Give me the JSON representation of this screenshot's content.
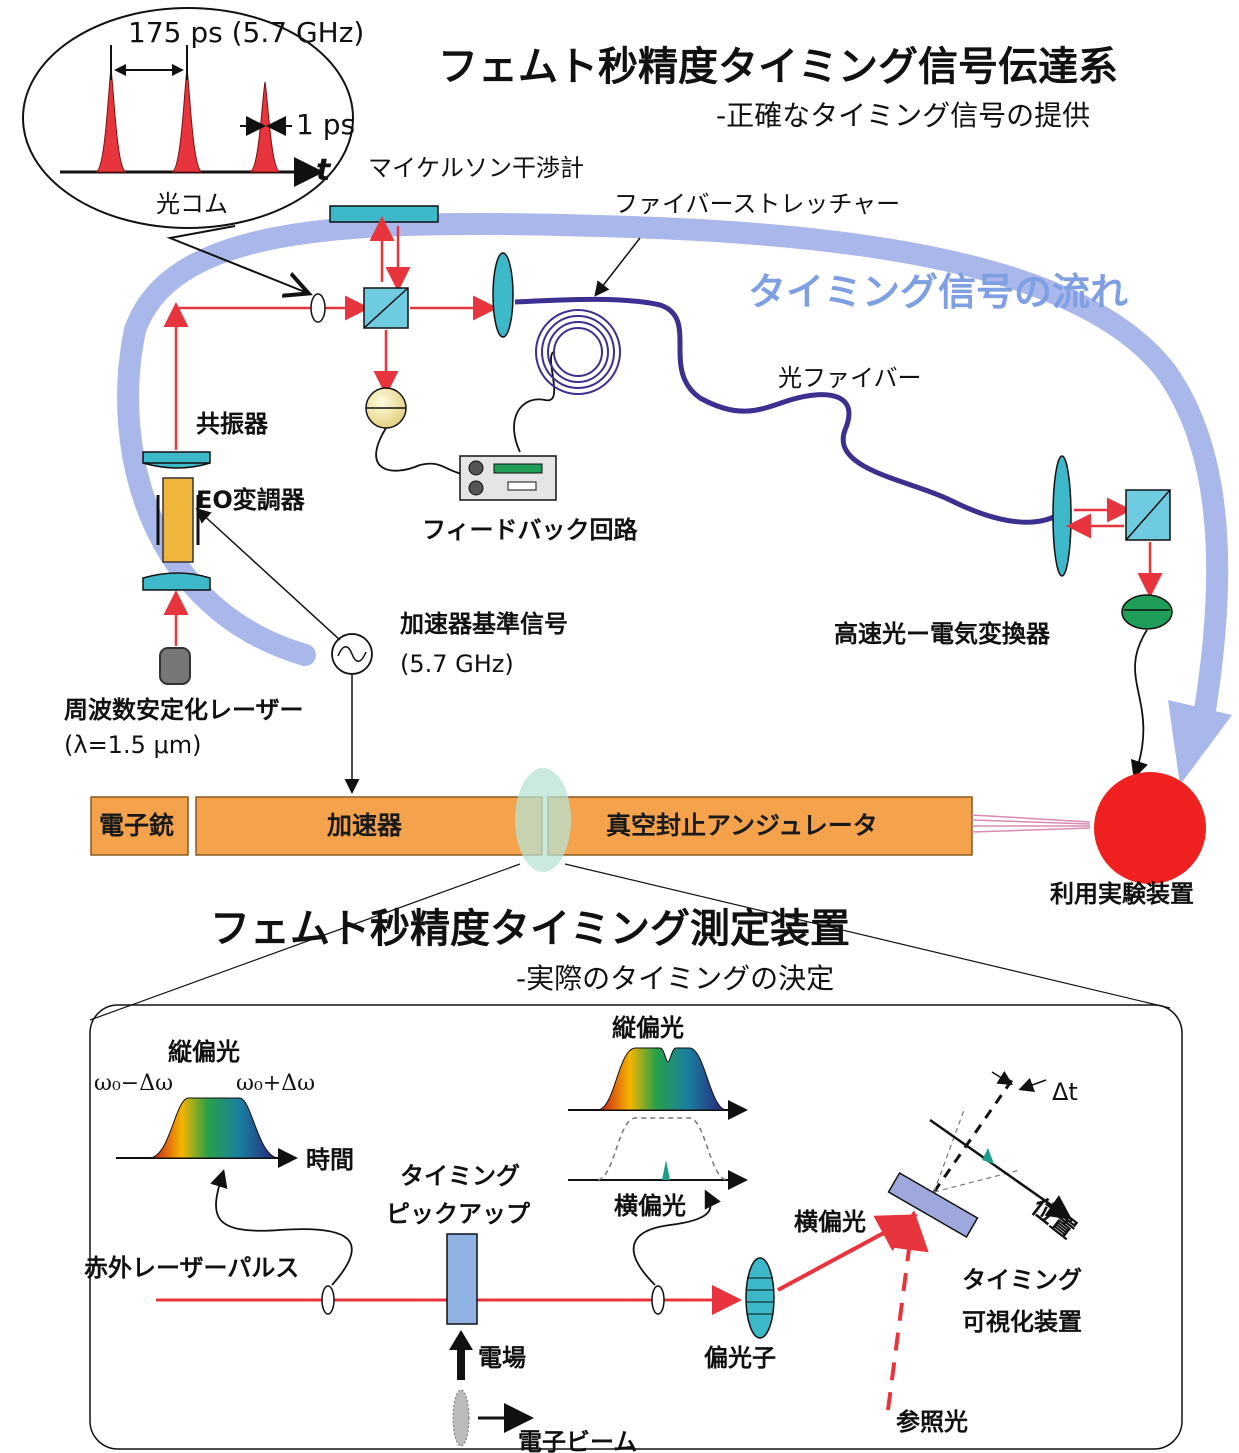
{
  "title": "フェムト秒精度タイミング信号伝達系",
  "subtitle": "-正確なタイミング信号の提供",
  "flow_label": "タイミング信号の流れ",
  "comb": {
    "period_label": "175 ps (5.7 GHz)",
    "width_label": "1 ps",
    "time_symbol": "t",
    "name": "光コム"
  },
  "labels": {
    "michelson": "マイケルソン干渉計",
    "stretcher": "ファイバーストレッチャー",
    "fiber": "光ファイバー",
    "resonator": "共振器",
    "eo_modulator": "EO変調器",
    "feedback": "フィードバック回路",
    "ref_signal": "加速器基準信号",
    "ref_freq": "(5.7 GHz)",
    "laser": "周波数安定化レーザー",
    "laser_wavelength": "(λ=1.5 μm)",
    "oe_converter": "高速光ー電気変換器",
    "user_device": "利用実験装置"
  },
  "beamline": {
    "gun": "電子銃",
    "accelerator": "加速器",
    "undulator": "真空封止アンジュレータ"
  },
  "measurement": {
    "title": "フェムト秒精度タイミング測定装置",
    "subtitle": "-実際のタイミングの決定",
    "vertical_pol_left": "縦偏光",
    "omega_minus": "ω₀−Δω",
    "omega_plus": "ω₀+Δω",
    "time_axis": "時間",
    "vertical_pol_right": "縦偏光",
    "horizontal_pol_right": "横偏光",
    "pickup_line1": "タイミング",
    "pickup_line2": "ピックアップ",
    "ir_pulse": "赤外レーザーパルス",
    "e_field": "電場",
    "e_beam": "電子ビーム",
    "polarizer": "偏光子",
    "horizontal_pol": "横偏光",
    "delta_t": "Δt",
    "position": "位置",
    "viz_line1": "タイミング",
    "viz_line2": "可視化装置",
    "reference_light": "参照光"
  },
  "colors": {
    "flow_arrow": "#a9b7ea",
    "laser_red": "#e8343c",
    "fiber": "#3b2f8f",
    "optic_cyan": "#3cb8c8",
    "orange_box": "#f4a24b",
    "user_red": "#ef2020",
    "detector_green": "#1e9e58"
  }
}
